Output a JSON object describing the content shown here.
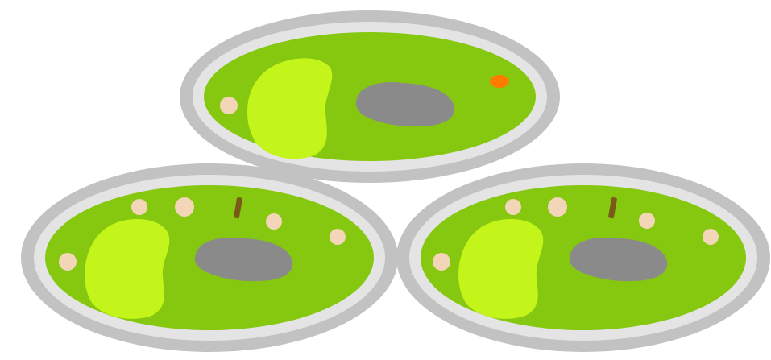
{
  "colors": {
    "background": "#ffffff",
    "outer_ring": "#c2c2c2",
    "inner_ring": "#e4e4e4",
    "cell_body": "#86c70f",
    "lobe": "#c4f51a",
    "nucleus": "#8a8a8a",
    "granule": "#f3d6b8",
    "granule_orange": "#ff7c00",
    "rod": "#7a5a18"
  },
  "cells": [
    {
      "name": "top",
      "granules": 1,
      "orange_spot": true,
      "rod": false
    },
    {
      "name": "bottom-left",
      "granules": 5,
      "orange_spot": false,
      "rod": true
    },
    {
      "name": "bottom-right",
      "granules": 5,
      "orange_spot": false,
      "rod": true
    }
  ]
}
